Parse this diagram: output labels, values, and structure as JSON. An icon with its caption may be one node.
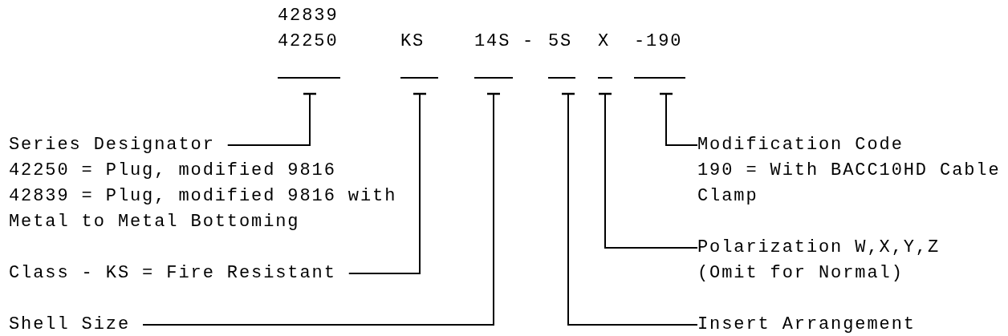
{
  "diagram": {
    "nodes": [
      {
        "text": [
          "42839",
          "42250"
        ]
      },
      {
        "text": [
          "KS"
        ]
      },
      {
        "text": [
          "14S"
        ]
      },
      {
        "text": [
          "5S"
        ]
      },
      {
        "text": [
          "X"
        ]
      },
      {
        "text": [
          "-190"
        ]
      },
      {
        "text": [
          "Series Designator"
        ]
      },
      {
        "text": [
          "Modification Code",
          "190 = With BACC10HD Cable Clamp"
        ]
      },
      {
        "text": [
          "Polarization W,X,Y,Z",
          "(Omit for Normal)"
        ]
      },
      {
        "text": [
          "Class - KS = Fire Resistant"
        ]
      },
      {
        "text": [
          "Shell Size"
        ]
      },
      {
        "text": [
          "Insert Arrangement"
        ]
      }
    ],
    "edges": [
      {
        "from": 6,
        "to": 0,
        "arrow": "other"
      },
      {
        "from": 7,
        "to": 5,
        "arrow": "other"
      },
      {
        "from": 8,
        "to": 4,
        "arrow": "other"
      },
      {
        "from": 9,
        "to": 1,
        "arrow": "other"
      },
      {
        "from": 10,
        "to": 2,
        "arrow": "other"
      },
      {
        "from": 11,
        "to": 3,
        "arrow": "other"
      }
    ],
    "labels": [
      "-",
      "42250 = Plug, modified 9816",
      "42839 = Plug, modified 9816 with Metal to Metal Bottoming"
    ]
  }
}
